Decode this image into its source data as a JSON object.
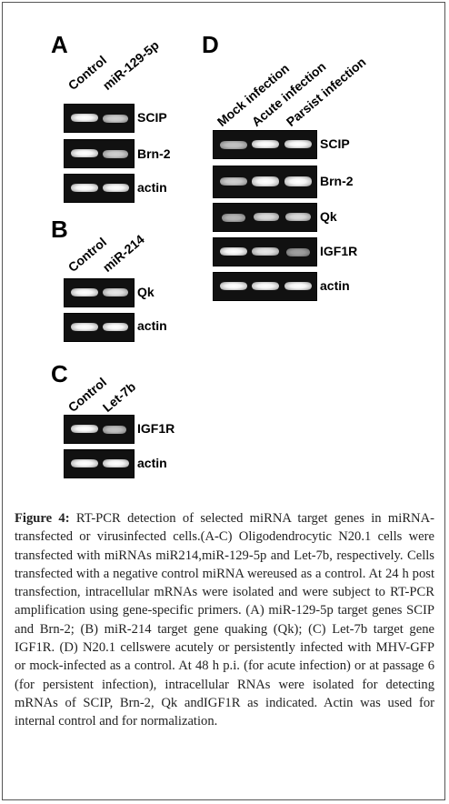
{
  "panels": {
    "a": {
      "letter": "A",
      "lanes": [
        "Control",
        "miR-129-5p"
      ],
      "genes": [
        "SCIP",
        "Brn-2",
        "actin"
      ]
    },
    "b": {
      "letter": "B",
      "lanes": [
        "Control",
        "miR-214"
      ],
      "genes": [
        "Qk",
        "actin"
      ]
    },
    "c": {
      "letter": "C",
      "lanes": [
        "Control",
        "Let-7b"
      ],
      "genes": [
        "IGF1R",
        "actin"
      ]
    },
    "d": {
      "letter": "D",
      "lanes": [
        "Mock infection",
        "Acute infection",
        "Parsist infection"
      ],
      "genes": [
        "SCIP",
        "Brn-2",
        "Qk",
        "IGF1R",
        "actin"
      ]
    }
  },
  "caption": {
    "label": "Figure 4:",
    "text": "RT-PCR detection of selected miRNA target genes in miRNA-transfected or virusinfected cells.(A-C) Oligodendrocytic N20.1 cells were transfected with miRNAs miR214,miR-129-5p and Let-7b, respectively. Cells transfected with a negative control miRNA wereused as a control. At 24 h post transfection, intracellular mRNAs were isolated and were subject to RT-PCR amplification using gene-specific primers. (A) miR-129-5p target genes SCIP and Brn-2; (B) miR-214 target gene quaking (Qk); (C) Let-7b target gene IGF1R. (D) N20.1 cellswere acutely or persistently infected with MHV-GFP or mock-infected as a control. At 48 h p.i. (for acute infection) or at passage 6 (for persistent infection), intracellular RNAs were isolated for detecting mRNAs of SCIP, Brn-2, Qk andIGF1R as indicated. Actin was used for internal control and for normalization."
  }
}
